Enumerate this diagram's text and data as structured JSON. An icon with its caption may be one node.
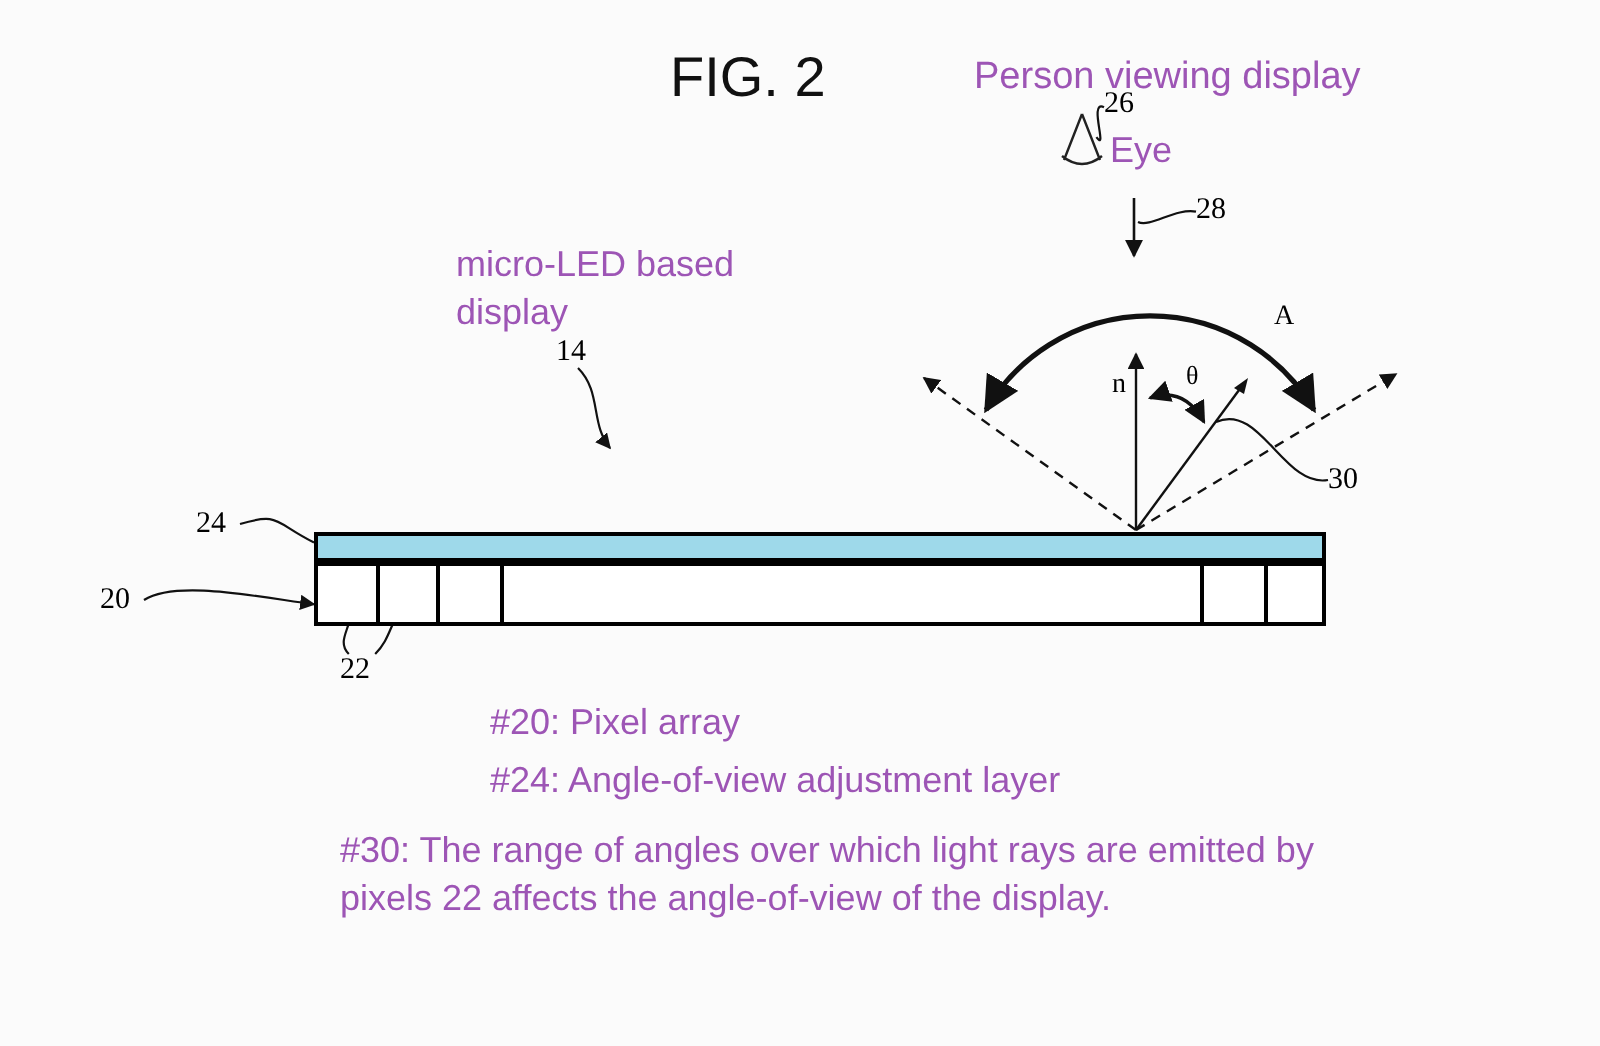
{
  "diagram": {
    "title": "FIG. 2",
    "nodes": [
      {
        "text": [],
        "shape": "picture"
      },
      {
        "text": [
          "26"
        ]
      },
      {
        "text": [
          "28"
        ]
      },
      {
        "text": [
          "14"
        ]
      },
      {
        "text": [
          "24"
        ]
      },
      {
        "text": [],
        "shape": "bar"
      },
      {
        "text": [
          "20"
        ]
      },
      {
        "text": [],
        "shape": "box"
      },
      {
        "text": [],
        "shape": "box",
        "in": 7
      },
      {
        "text": [],
        "shape": "box",
        "in": 7
      },
      {
        "text": [],
        "shape": "box",
        "in": 7
      },
      {
        "text": [],
        "shape": "box",
        "in": 7
      },
      {
        "text": [],
        "shape": "box",
        "in": 7
      },
      {
        "text": [
          "22"
        ]
      },
      {
        "text": [
          "30"
        ]
      },
      {
        "text": [],
        "shape": "arrow"
      }
    ],
    "edges": [
      {
        "from": 1,
        "to": 0,
        "arrow": "none"
      },
      {
        "from": 2,
        "to": null,
        "arrow": "none"
      },
      {
        "from": 3,
        "to": null,
        "arrow": "to"
      },
      {
        "from": 4,
        "to": 5,
        "arrow": "none"
      },
      {
        "from": 6,
        "to": 7,
        "arrow": "to"
      },
      {
        "from": 13,
        "to": 8,
        "arrow": "none"
      },
      {
        "from": 13,
        "to": 9,
        "arrow": "none"
      },
      {
        "from": 14,
        "to": 15,
        "arrow": "none"
      }
    ],
    "labels": [
      "Person viewing display",
      "Eye",
      "micro-LED based display",
      "A",
      "n",
      "θ",
      "#20: Pixel array",
      "#24: Angle-of-view adjustment layer",
      "#30: The range of angles over which light rays are emitted by pixels 22 affects the angle-of-view of the display."
    ]
  }
}
